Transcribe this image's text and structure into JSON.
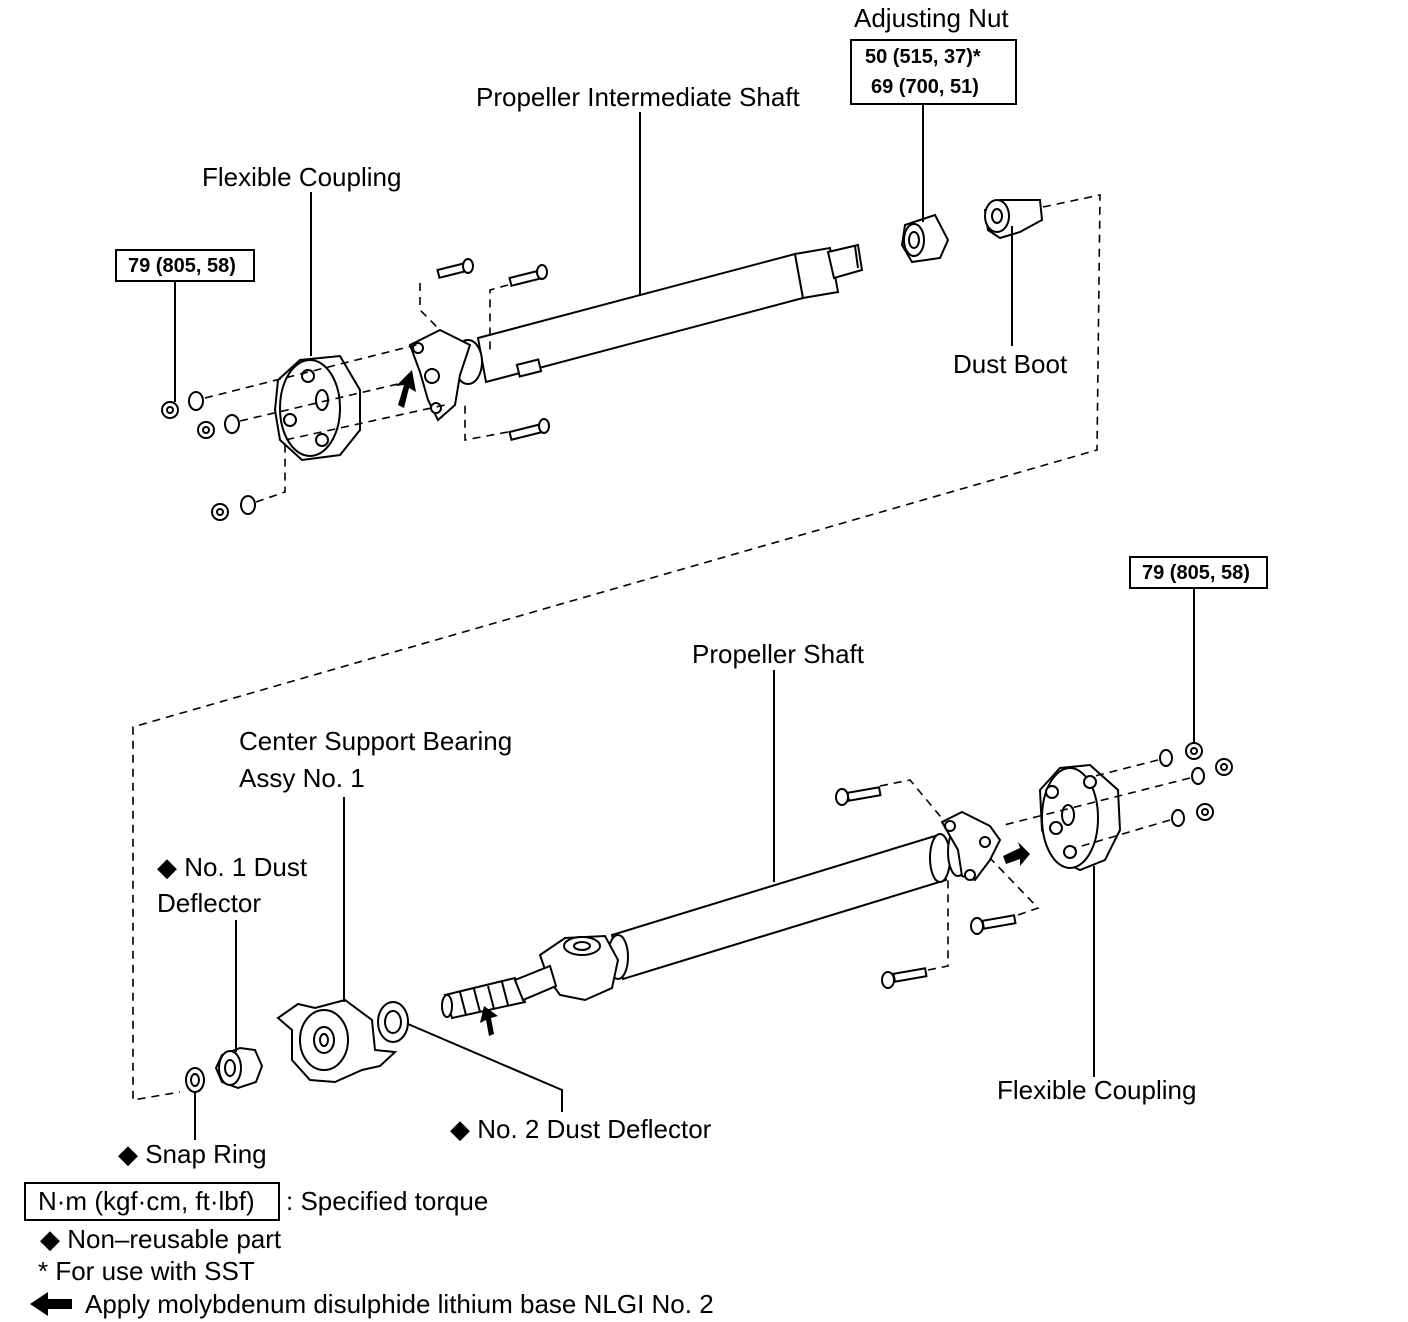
{
  "labels": {
    "adjusting_nut": "Adjusting Nut",
    "propeller_intermediate_shaft": "Propeller Intermediate Shaft",
    "flexible_coupling_top": "Flexible Coupling",
    "dust_boot": "Dust Boot",
    "propeller_shaft": "Propeller Shaft",
    "center_support_bearing_line1": "Center Support Bearing",
    "center_support_bearing_line2": "Assy No. 1",
    "no1_dust_deflector_line1": "◆ No. 1 Dust",
    "no1_dust_deflector_line2": "Deflector",
    "no2_dust_deflector": "◆ No. 2 Dust Deflector",
    "snap_ring": "◆ Snap Ring",
    "flexible_coupling_bottom": "Flexible Coupling"
  },
  "torques": {
    "adjusting_nut_line1": "50 (515, 37)*",
    "adjusting_nut_line2": "69 (700, 51)",
    "coupling_top": "79 (805, 58)",
    "coupling_bottom": "79 (805, 58)"
  },
  "legend": {
    "torque_box": "N·m (kgf·cm, ft·lbf)",
    "torque_desc": ": Specified torque",
    "non_reusable": "◆ Non–reusable part",
    "sst": "* For use with SST",
    "grease": "Apply molybdenum disulphide lithium base NLGI No. 2"
  }
}
